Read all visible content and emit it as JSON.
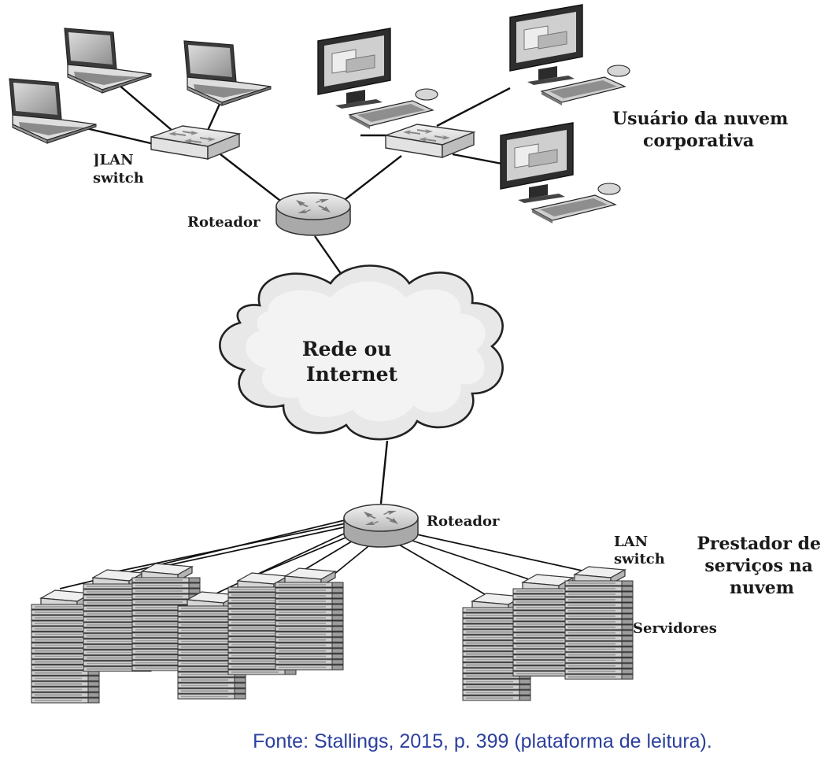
{
  "labels": {
    "lan_switch_left": [
      "]LAN",
      "switch"
    ],
    "router_top": "Roteador",
    "cloud_user": [
      "Usuário da nuvem",
      "corporativa"
    ],
    "network": [
      "Rede ou",
      "Internet"
    ],
    "router_bottom": "Roteador",
    "lan_switch_right": [
      "LAN",
      "switch"
    ],
    "provider": [
      "Prestador de",
      "serviços na",
      "nuvem"
    ],
    "servers": "Servidores"
  },
  "caption": "Fonte: Stallings, 2015, p. 399 (plataforma de leitura)."
}
